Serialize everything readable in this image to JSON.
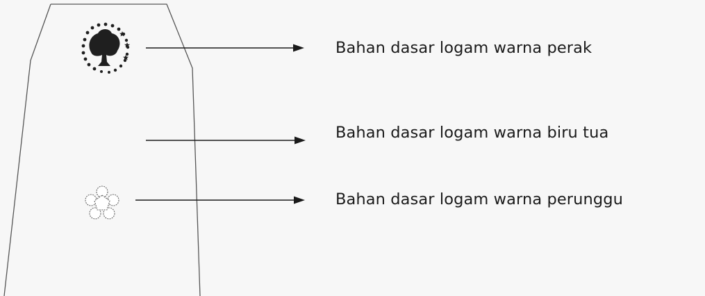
{
  "labels": {
    "perak": "Bahan dasar logam warna perak",
    "biru_tua": "Bahan dasar logam warna biru tua",
    "perunggu": "Bahan dasar logam warna perunggu"
  },
  "colors": {
    "background": "#f7f7f7",
    "outline": "#555555",
    "emblem": "#1f1f1f",
    "star_outline": "#666666",
    "arrow": "#1a1a1a",
    "text": "#1a1a1a"
  },
  "icons": {
    "top_emblem": "tree-emblem-icon",
    "bottom_star": "flower-star-icon"
  }
}
